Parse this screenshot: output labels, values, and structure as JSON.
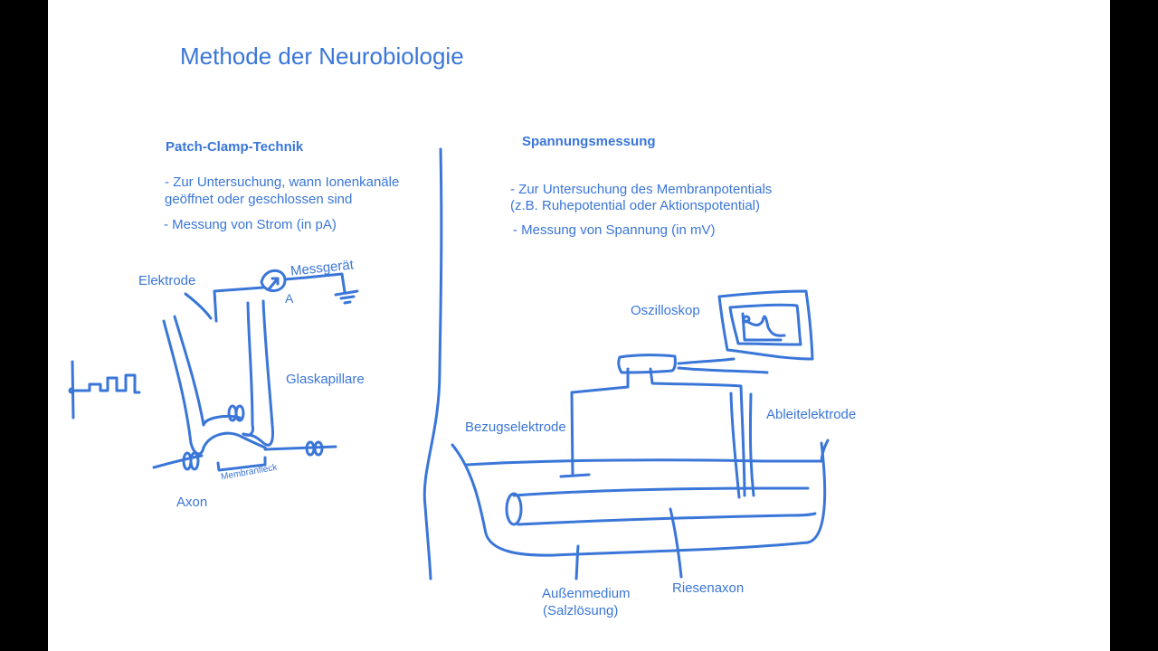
{
  "title": "Methode der Neurobiologie",
  "left": {
    "heading": "Patch-Clamp-Technik",
    "line1a": "- Zur Untersuchung, wann Ionenkanäle",
    "line1b": "geöffnet oder geschlossen sind",
    "line2": "- Messung von Strom (in pA)",
    "labels": {
      "elektrode": "Elektrode",
      "messgeraet": "Messgerät",
      "ampere": "A",
      "glaskapillare": "Glaskapillare",
      "membranfleck": "Membranfleck",
      "axon": "Axon"
    }
  },
  "right": {
    "heading": "Spannungsmessung",
    "line1a": "- Zur Untersuchung des Membranpotentials",
    "line1b": "(z.B. Ruhepotential oder Aktionspotential)",
    "line2": "- Messung von Spannung (in mV)",
    "labels": {
      "oszilloskop": "Oszilloskop",
      "bezugselektrode": "Bezugselektrode",
      "ableitelektrode": "Ableitelektrode",
      "aussenmedium_a": "Außenmedium",
      "aussenmedium_b": "(Salzlösung)",
      "riesenaxon": "Riesenaxon"
    }
  },
  "colors": {
    "ink": "#3a76d8",
    "board": "#ffffff",
    "frame": "#000000"
  }
}
